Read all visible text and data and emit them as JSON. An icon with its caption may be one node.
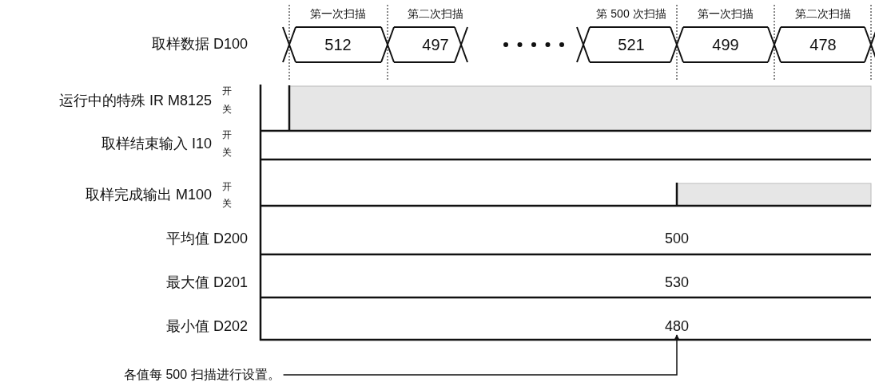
{
  "diagram": {
    "nodes": [
      {
        "text": [
          "各值每 500 扫描进行设置。"
        ]
      },
      {
        "text": [
          "480"
        ]
      }
    ],
    "edges": [
      {
        "from": 0,
        "to": 1,
        "arrow": "to"
      }
    ],
    "labels": [
      "第一次扫描",
      "第二次扫描",
      "第 500 次扫描",
      "第一次扫描",
      "第二次扫描",
      "取样数据 D100",
      "512",
      "497",
      "521",
      "499",
      "478",
      "运行中的特殊 IR M8125",
      "开",
      "关",
      "取样结束输入 I10",
      "开",
      "关",
      "取样完成输出 M100",
      "开",
      "关",
      "平均值 D200",
      "500",
      "最大值 D201",
      "530",
      "最小值 D202"
    ]
  }
}
